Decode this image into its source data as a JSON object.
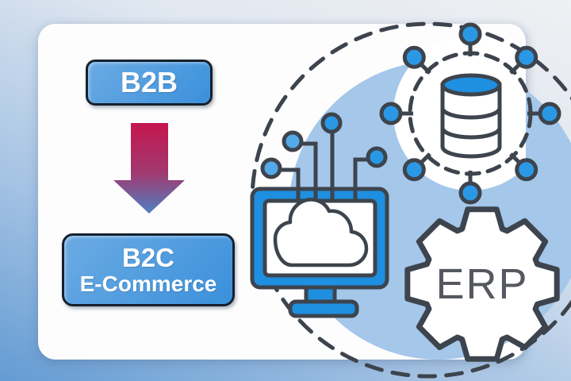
{
  "labels": {
    "b2b": "B2B",
    "b2c": "B2C",
    "b2c_subtitle": "E-Commerce",
    "erp": "ERP"
  },
  "icons": {
    "down_arrow": "gradient-down-arrow",
    "cloud_monitor": "monitor-with-cloud-and-circuit-nodes",
    "database_network": "database-cylinder-with-network-nodes",
    "erp_gear": "gear-with-erp-label",
    "outer_dashed_circle": "dashed-circle-outline",
    "soft_circle": "solid-light-blue-circle"
  },
  "colors": {
    "accent_blue": "#1f8fe0",
    "node_blue": "#2b98e5",
    "outline_dark": "#3d444d",
    "soft_circle": "#a4c7ea",
    "button_blue_light": "#6cabe3",
    "button_blue_dark": "#3a90dc",
    "button_border": "#16212d",
    "arrow_red": "#c5164e",
    "arrow_blue": "#4e80c3",
    "erp_text": "#55595f",
    "card_bg": "#fdfdfe"
  }
}
